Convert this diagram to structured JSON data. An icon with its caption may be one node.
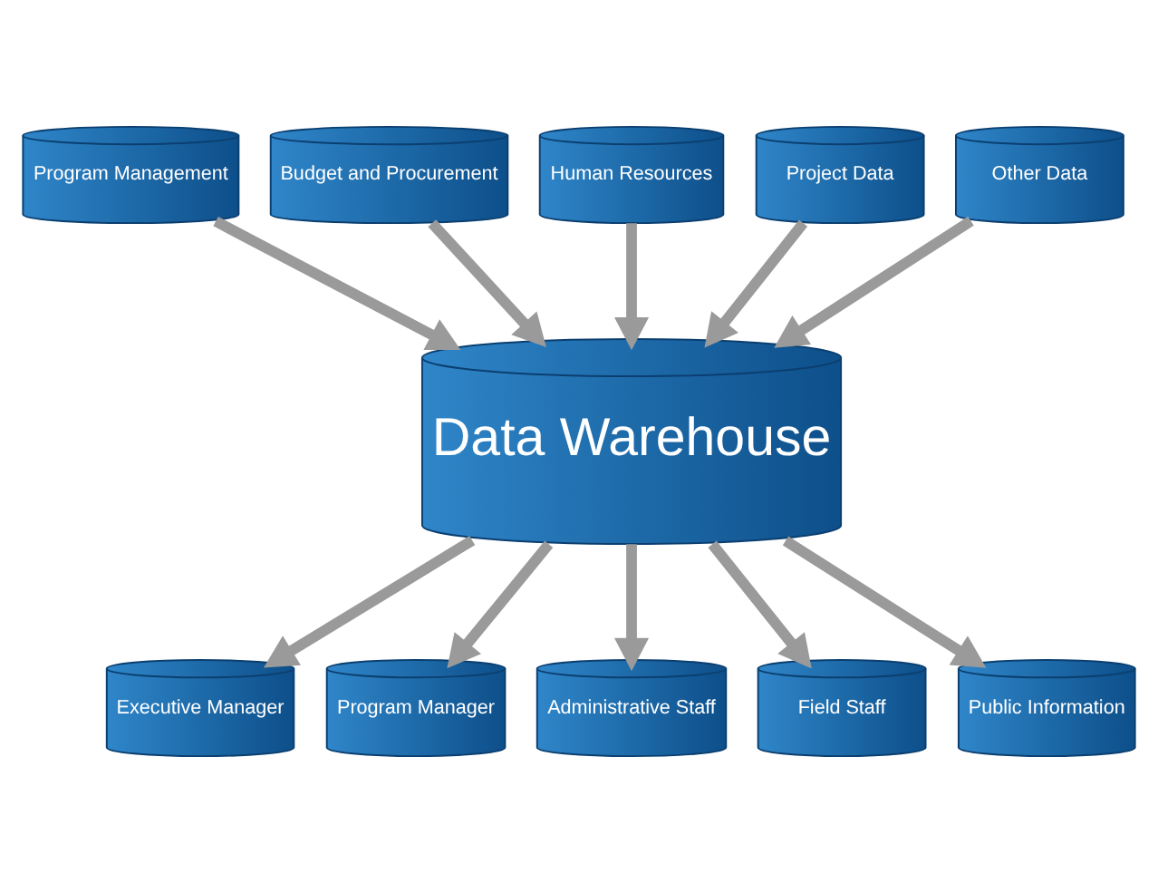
{
  "diagram": {
    "nodes": [
      {
        "text": [
          "Program Management"
        ]
      },
      {
        "text": [
          "Budget and Procurement"
        ]
      },
      {
        "text": [
          "Human Resources"
        ]
      },
      {
        "text": [
          "Project Data"
        ]
      },
      {
        "text": [
          "Other Data"
        ]
      },
      {
        "text": [
          "Data Warehouse"
        ]
      },
      {
        "text": [
          "Executive Manager"
        ]
      },
      {
        "text": [
          "Program Manager"
        ]
      },
      {
        "text": [
          "Administrative Staff"
        ]
      },
      {
        "text": [
          "Field Staff"
        ]
      },
      {
        "text": [
          "Public Information"
        ]
      }
    ],
    "edges": [
      {
        "from": 0,
        "to": 5,
        "arrow": "to"
      },
      {
        "from": 1,
        "to": 5,
        "arrow": "to"
      },
      {
        "from": 2,
        "to": 5,
        "arrow": "to"
      },
      {
        "from": 3,
        "to": 5,
        "arrow": "to"
      },
      {
        "from": 4,
        "to": 5,
        "arrow": "to"
      },
      {
        "from": 5,
        "to": 6,
        "arrow": "to"
      },
      {
        "from": 5,
        "to": 7,
        "arrow": "to"
      },
      {
        "from": 5,
        "to": 8,
        "arrow": "to"
      },
      {
        "from": 5,
        "to": 9,
        "arrow": "to"
      },
      {
        "from": 5,
        "to": 10,
        "arrow": "to"
      }
    ]
  }
}
